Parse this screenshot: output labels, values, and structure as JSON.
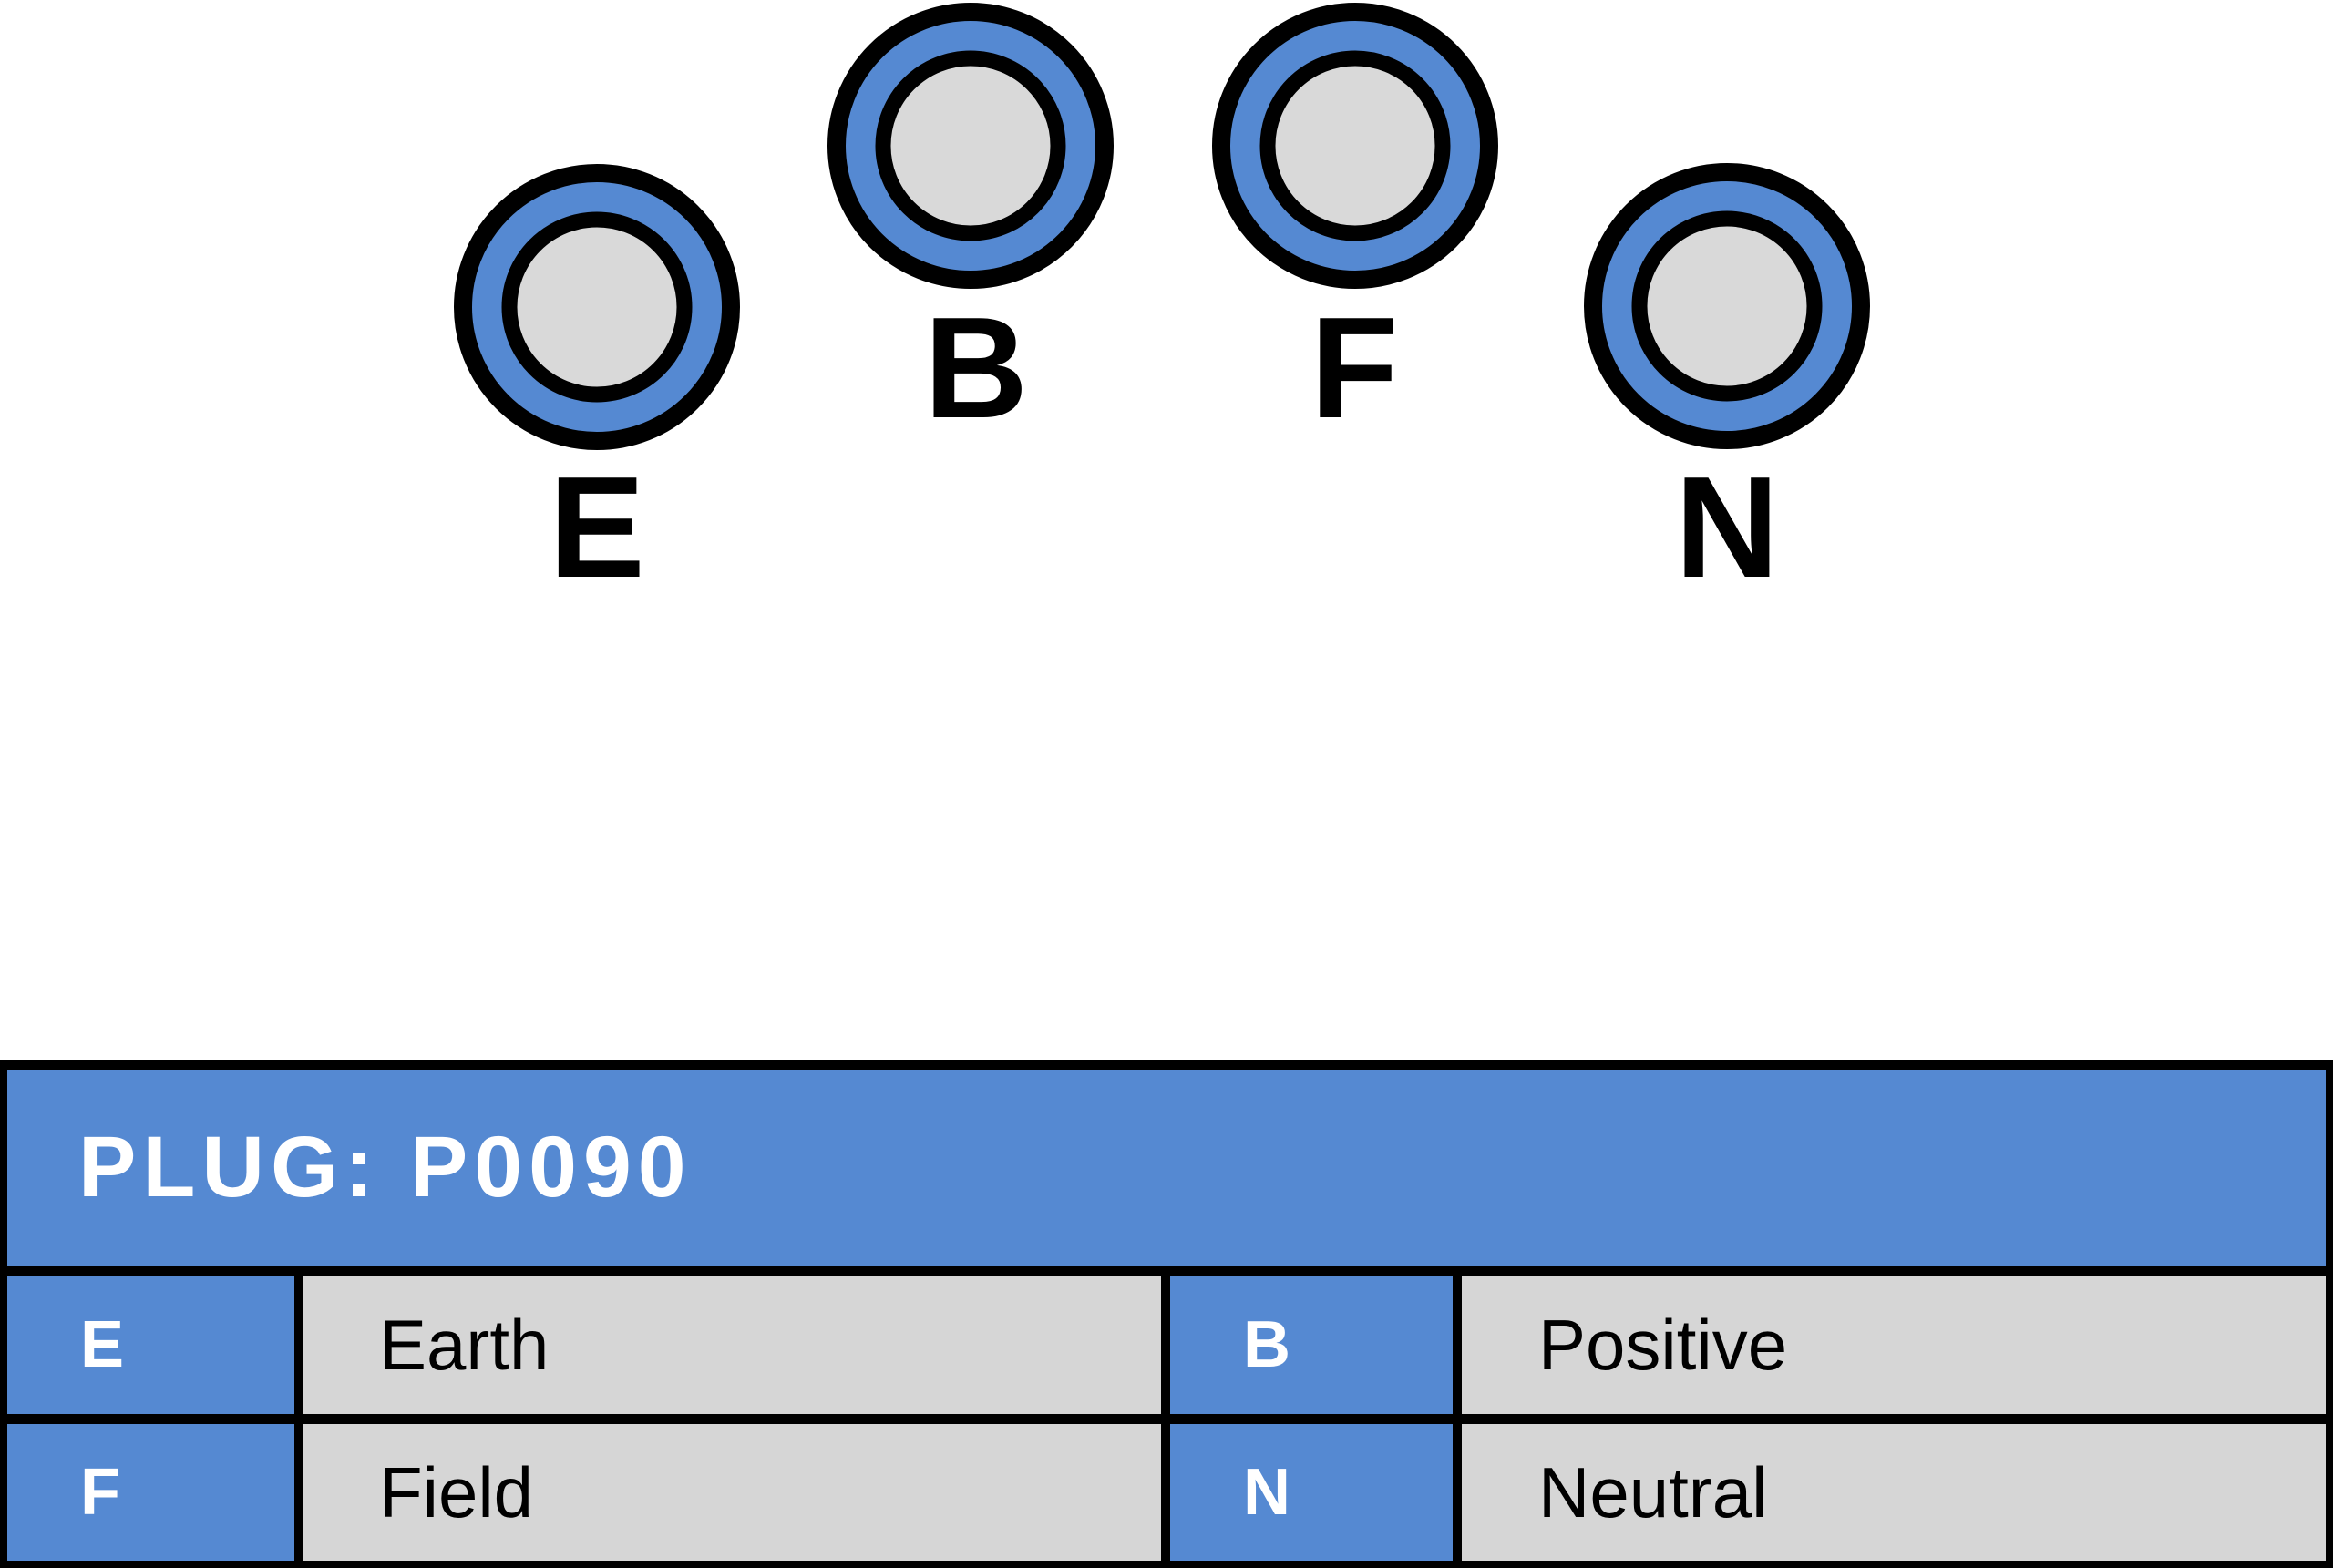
{
  "pins": [
    {
      "id": "E"
    },
    {
      "id": "B"
    },
    {
      "id": "F"
    },
    {
      "id": "N"
    }
  ],
  "legend": {
    "title": "PLUG: P0090",
    "rows": [
      {
        "pairs": [
          {
            "key": "E",
            "desc": "Earth"
          },
          {
            "key": "B",
            "desc": "Positive"
          }
        ]
      },
      {
        "pairs": [
          {
            "key": "F",
            "desc": "Field"
          },
          {
            "key": "N",
            "desc": "Neutral"
          }
        ]
      }
    ]
  },
  "colors": {
    "pin_ring_blue": "#5589D2",
    "pin_center_gray": "#D9D9D9",
    "table_blue": "#5589D2",
    "table_cell_gray": "#D6D6D6",
    "line_black": "#000000",
    "header_text": "#FFFFFF",
    "body_text": "#000000"
  }
}
